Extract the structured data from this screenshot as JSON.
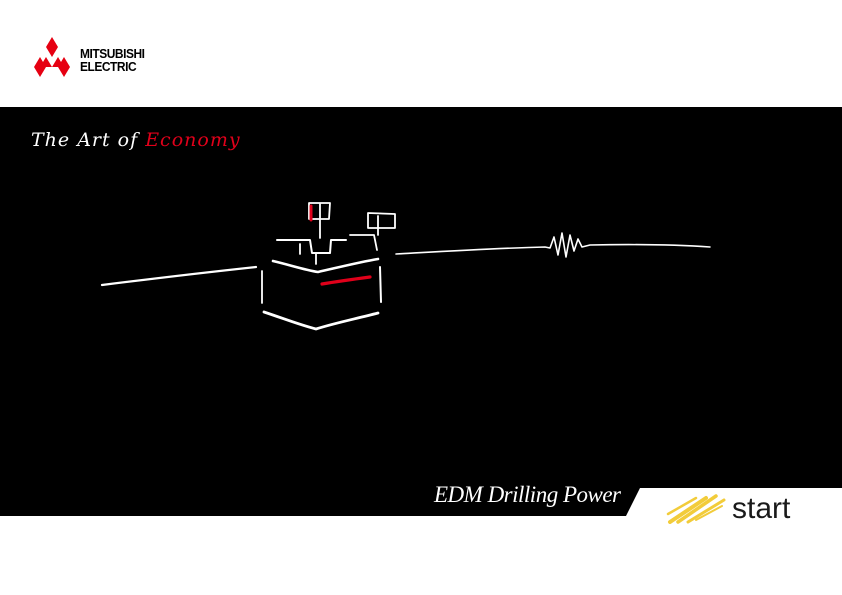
{
  "brand": {
    "name_line1": "MITSUBISHI",
    "name_line2": "ELECTRIC",
    "logo_icon": "three-diamonds-icon",
    "logo_color": "#e60012"
  },
  "hero": {
    "tagline_part1": "The Art of ",
    "tagline_part2": "Economy",
    "accent_color": "#e0001a",
    "background_color": "#000000",
    "illustration_icon": "edm-machine-sketch-icon",
    "product_title": "EDM Drilling Power"
  },
  "navigation": {
    "start_label": "start",
    "start_icon": "yellow-brush-stroke-icon",
    "start_icon_color": "#f2cc3a"
  }
}
